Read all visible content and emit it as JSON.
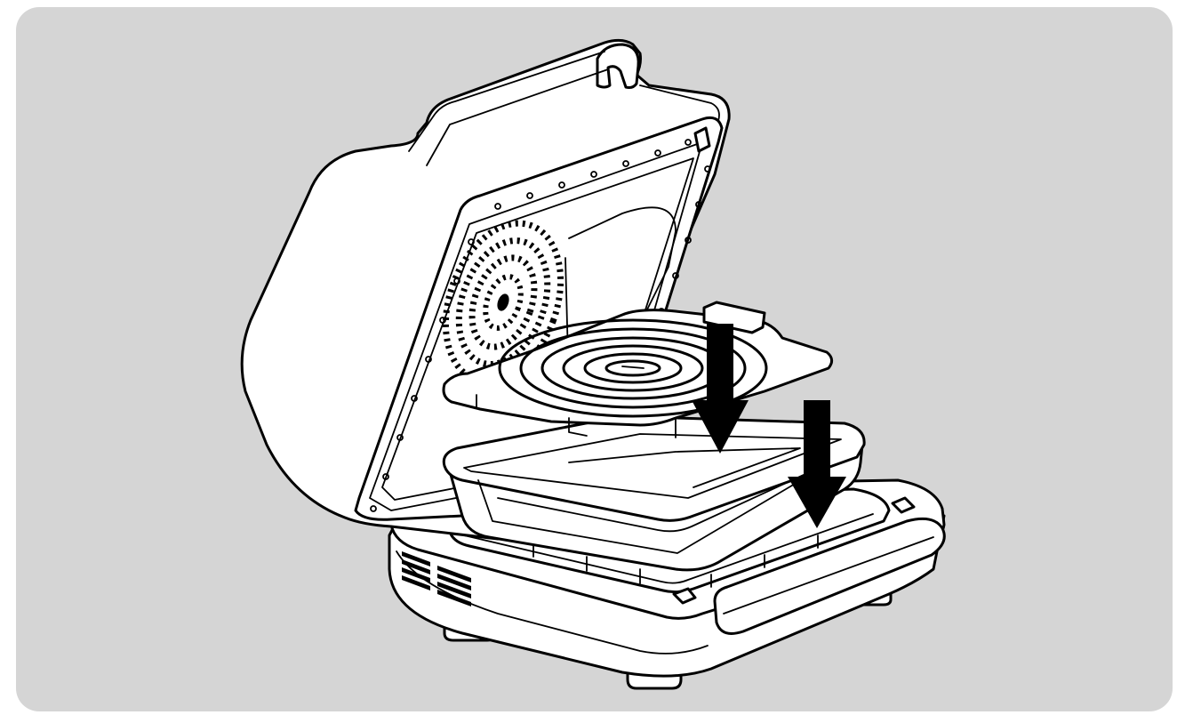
{
  "illustration": {
    "background_color": "#d5d5d5",
    "line_color": "#000000",
    "fill_color": "#ffffff",
    "arrows": [
      {
        "name": "arrow-left",
        "direction": "down"
      },
      {
        "name": "arrow-right",
        "direction": "down"
      }
    ]
  }
}
